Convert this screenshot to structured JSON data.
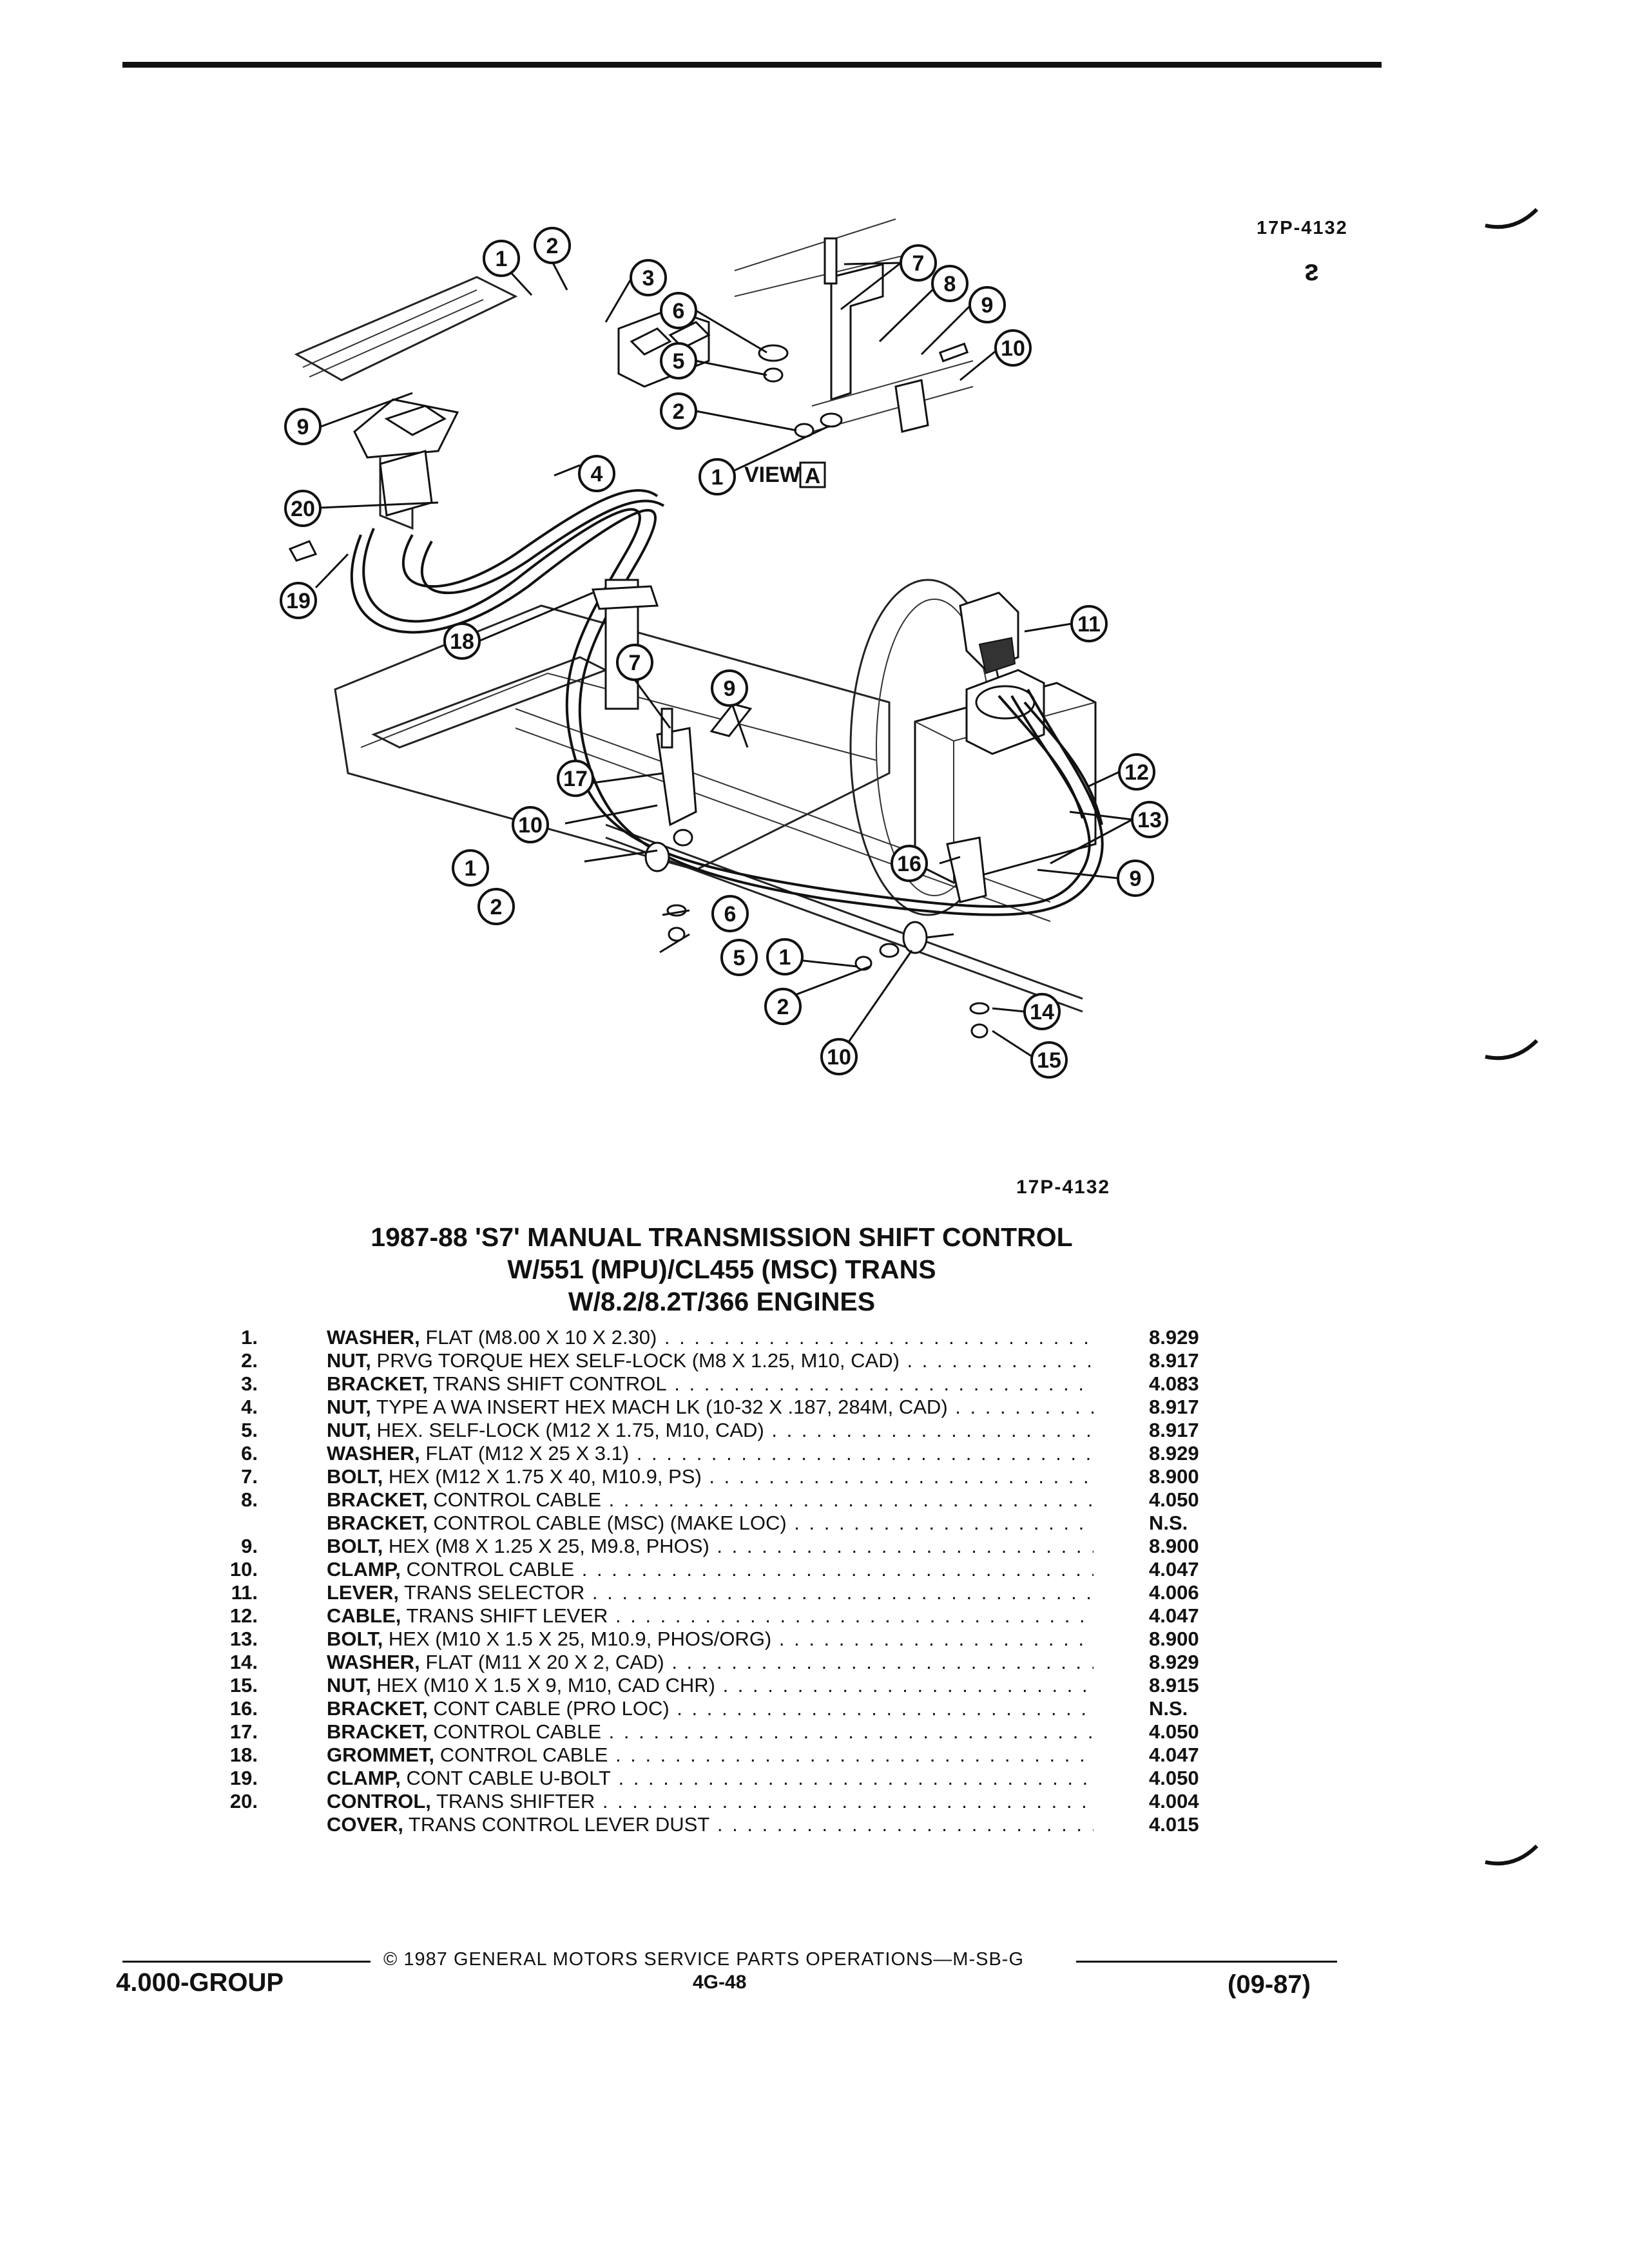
{
  "figure_code_top": "17P-4132",
  "figure_code_bottom": "17P-4132",
  "view_label": "VIEW",
  "view_letter": "A",
  "callouts": [
    "1",
    "2",
    "3",
    "4",
    "5",
    "6",
    "7",
    "8",
    "9",
    "10",
    "11",
    "12",
    "13",
    "14",
    "15",
    "16",
    "17",
    "18",
    "19",
    "20"
  ],
  "title": {
    "line1": "1987-88 'S7' MANUAL TRANSMISSION SHIFT CONTROL",
    "line2": "W/551 (MPU)/CL455 (MSC) TRANS",
    "line3": "W/8.2/8.2T/366 ENGINES"
  },
  "parts": [
    {
      "num": "1.",
      "name": "WASHER,",
      "desc": "FLAT (M8.00 X 10 X 2.30)",
      "code": "8.929"
    },
    {
      "num": "2.",
      "name": "NUT,",
      "desc": "PRVG TORQUE HEX SELF-LOCK (M8 X 1.25, M10, CAD)",
      "code": "8.917"
    },
    {
      "num": "3.",
      "name": "BRACKET,",
      "desc": "TRANS SHIFT CONTROL",
      "code": "4.083"
    },
    {
      "num": "4.",
      "name": "NUT,",
      "desc": "TYPE A WA INSERT HEX MACH LK (10-32 X .187, 284M, CAD)",
      "code": "8.917"
    },
    {
      "num": "5.",
      "name": "NUT,",
      "desc": "HEX. SELF-LOCK (M12 X 1.75, M10, CAD)",
      "code": "8.917"
    },
    {
      "num": "6.",
      "name": "WASHER,",
      "desc": "FLAT (M12 X 25 X 3.1)",
      "code": "8.929"
    },
    {
      "num": "7.",
      "name": "BOLT,",
      "desc": "HEX (M12 X 1.75 X 40, M10.9, PS)",
      "code": "8.900"
    },
    {
      "num": "8.",
      "name": "BRACKET,",
      "desc": "CONTROL CABLE",
      "code": "4.050"
    },
    {
      "num": "",
      "name": "BRACKET,",
      "desc": "CONTROL CABLE (MSC) (MAKE LOC)",
      "code": "N.S."
    },
    {
      "num": "9.",
      "name": "BOLT,",
      "desc": "HEX (M8 X 1.25 X 25, M9.8, PHOS)",
      "code": "8.900"
    },
    {
      "num": "10.",
      "name": "CLAMP,",
      "desc": "CONTROL CABLE",
      "code": "4.047"
    },
    {
      "num": "11.",
      "name": "LEVER,",
      "desc": "TRANS SELECTOR",
      "code": "4.006"
    },
    {
      "num": "12.",
      "name": "CABLE,",
      "desc": "TRANS SHIFT LEVER",
      "code": "4.047"
    },
    {
      "num": "13.",
      "name": "BOLT,",
      "desc": "HEX (M10 X 1.5 X 25, M10.9, PHOS/ORG)",
      "code": "8.900"
    },
    {
      "num": "14.",
      "name": "WASHER,",
      "desc": "FLAT (M11 X 20 X 2, CAD)",
      "code": "8.929"
    },
    {
      "num": "15.",
      "name": "NUT,",
      "desc": "HEX (M10 X 1.5 X 9, M10, CAD CHR)",
      "code": "8.915"
    },
    {
      "num": "16.",
      "name": "BRACKET,",
      "desc": "CONT CABLE (PRO LOC)",
      "code": "N.S."
    },
    {
      "num": "17.",
      "name": "BRACKET,",
      "desc": "CONTROL CABLE",
      "code": "4.050"
    },
    {
      "num": "18.",
      "name": "GROMMET,",
      "desc": "CONTROL CABLE",
      "code": "4.047"
    },
    {
      "num": "19.",
      "name": "CLAMP,",
      "desc": "CONT CABLE U-BOLT",
      "code": "4.050"
    },
    {
      "num": "20.",
      "name": "CONTROL,",
      "desc": "TRANS SHIFTER",
      "code": "4.004"
    },
    {
      "num": "",
      "name": "COVER,",
      "desc": "TRANS CONTROL LEVER DUST",
      "code": "4.015"
    }
  ],
  "footer": {
    "copyright": "© 1987 GENERAL MOTORS SERVICE PARTS OPERATIONS—M-SB-G",
    "group": "4.000-GROUP",
    "page": "4G-48",
    "date": "(09-87)"
  }
}
